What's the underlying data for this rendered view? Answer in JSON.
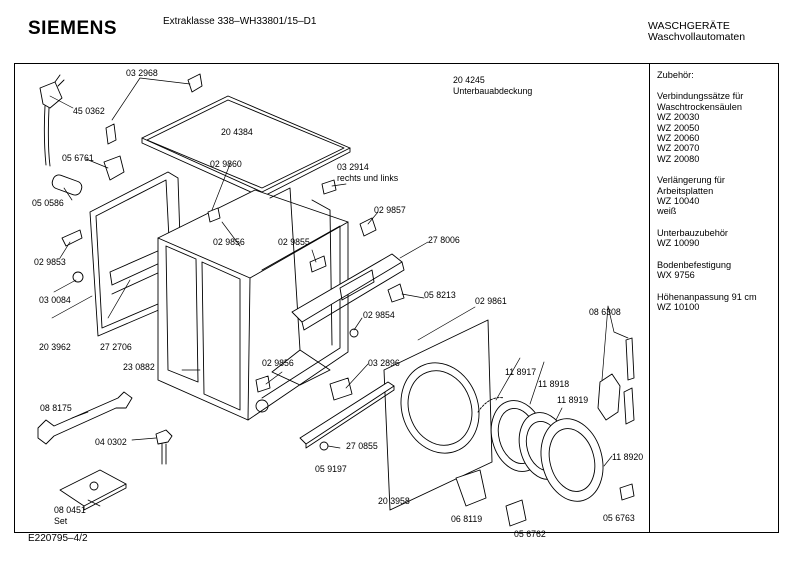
{
  "header": {
    "brand": "SIEMENS",
    "model": "Extraklasse 338–WH33801/15–D1",
    "category_line1": "WASCHGERÄTE",
    "category_line2": "Waschvollautomaten"
  },
  "accessories": [
    [
      "Zubehör:"
    ],
    [
      "Verbindungssätze für",
      "Waschtrockensäulen",
      "WZ 20030",
      "WZ 20050",
      "WZ 20060",
      "WZ 20070",
      "WZ 20080"
    ],
    [
      "Verlängerung für",
      "Arbeitsplatten",
      "WZ 10040",
      "weiß"
    ],
    [
      "Unterbauzubehör",
      "WZ 10090"
    ],
    [
      "Bodenbefestigung",
      "WX 9756"
    ],
    [
      "Höhenanpassung 91 cm",
      "WZ 10100"
    ]
  ],
  "part_labels": {
    "p032968": "03 2968",
    "p450362": "45 0362",
    "p056761": "05 6761",
    "p050586": "05 0586",
    "p029853": "02 9853",
    "p030084": "03 0084",
    "p203962": "20 3962",
    "p272706": "27 2706",
    "p204384": "20 4384",
    "p029860": "02 9860",
    "p029856a": "02 9856",
    "p029855": "02 9855",
    "p230882": "23 0882",
    "p029856b": "02 9856",
    "p204245": "20 4245",
    "p204245_desc": "Unterbauabdeckung",
    "p032914": "03 2914",
    "p032914_desc": "rechts und links",
    "p029857": "02 9857",
    "p278006": "27 8006",
    "p058213": "05 8213",
    "p029854": "02 9854",
    "p029861": "02 9861",
    "p032896": "03 2896",
    "p118917": "11 8917",
    "p118918": "11 8918",
    "p118919": "11 8919",
    "p118920": "11 8920",
    "p086308": "08 6308",
    "p270855": "27 0855",
    "p059197": "05 9197",
    "p203958": "20 3958",
    "p068119": "06 8119",
    "p056762": "05 6762",
    "p056763": "05 6763",
    "p088175": "08 8175",
    "p040302": "04 0302",
    "p080451": "08 0451",
    "p080451_desc": "Set"
  },
  "footer": {
    "code": "E220795–4/2"
  }
}
